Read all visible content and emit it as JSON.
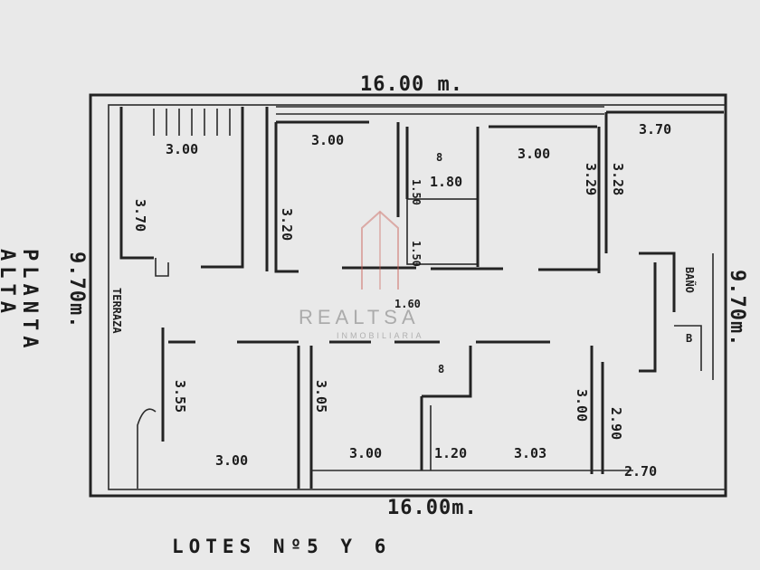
{
  "title": "PLANTA ALTA",
  "footer": "LOTES Nº5 Y 6",
  "watermark": {
    "brand": "REALTSA",
    "sub": "INMOBILIARIA"
  },
  "dims": {
    "top_width": "16.00 m.",
    "bottom_width": "16.00m.",
    "left_height": "9.70m.",
    "right_height": "9.70m.",
    "terraza": "TERRAZA",
    "bano": "BAÑO",
    "labels": {
      "r1_w": "3.00",
      "r1_h": "3.70",
      "r2_w": "3.00",
      "r2_h": "3.20",
      "hall_v": "1.50",
      "hall_w": "1.80",
      "hall_v2": "1.50",
      "hall_b": "8",
      "r3_w": "3.00",
      "r3_h": "3.29",
      "r4_h": "3.28",
      "r4_w": "3.70",
      "mid_v": "1.60",
      "r5_h": "3.55",
      "r5_w": "3.00",
      "r6_h": "3.05",
      "r6_w": "3.00",
      "r7_b": "8",
      "r7_w": "1.20",
      "r8_w": "3.03",
      "r9_h": "3.00",
      "r10_h": "2.90",
      "r10_w": "2.70",
      "bano_b": "B"
    }
  }
}
